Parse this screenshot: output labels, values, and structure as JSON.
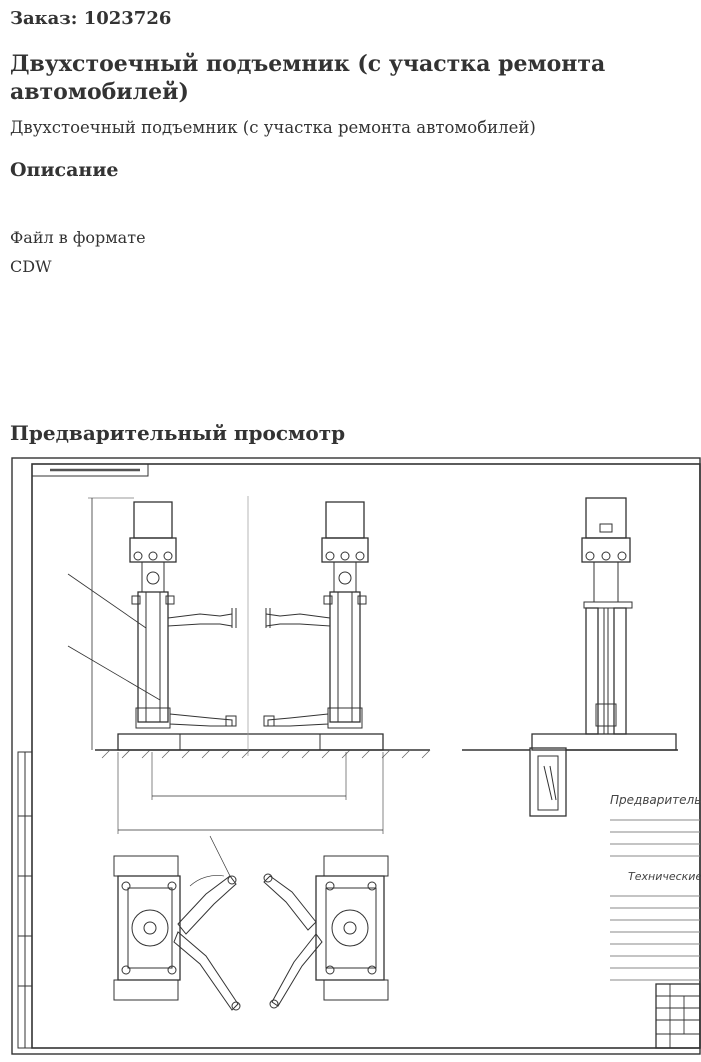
{
  "order": {
    "label": "Заказ: 1023726"
  },
  "product": {
    "title": "Двухстоечный подъемник (с участка ремонта автомобилей)",
    "subtitle": "Двухстоечный подъемник (с участка ремонта автомобилей)"
  },
  "description": {
    "heading": "Описание",
    "file_note": "Файл в формате CDW"
  },
  "preview": {
    "heading": "Предварительный просмотр",
    "image_alt": "Чертеж двухстоечного подъемника"
  },
  "drawing_notes": {
    "requirements_title": "Предварительные требования",
    "specs_title": "Технические характеристики"
  }
}
